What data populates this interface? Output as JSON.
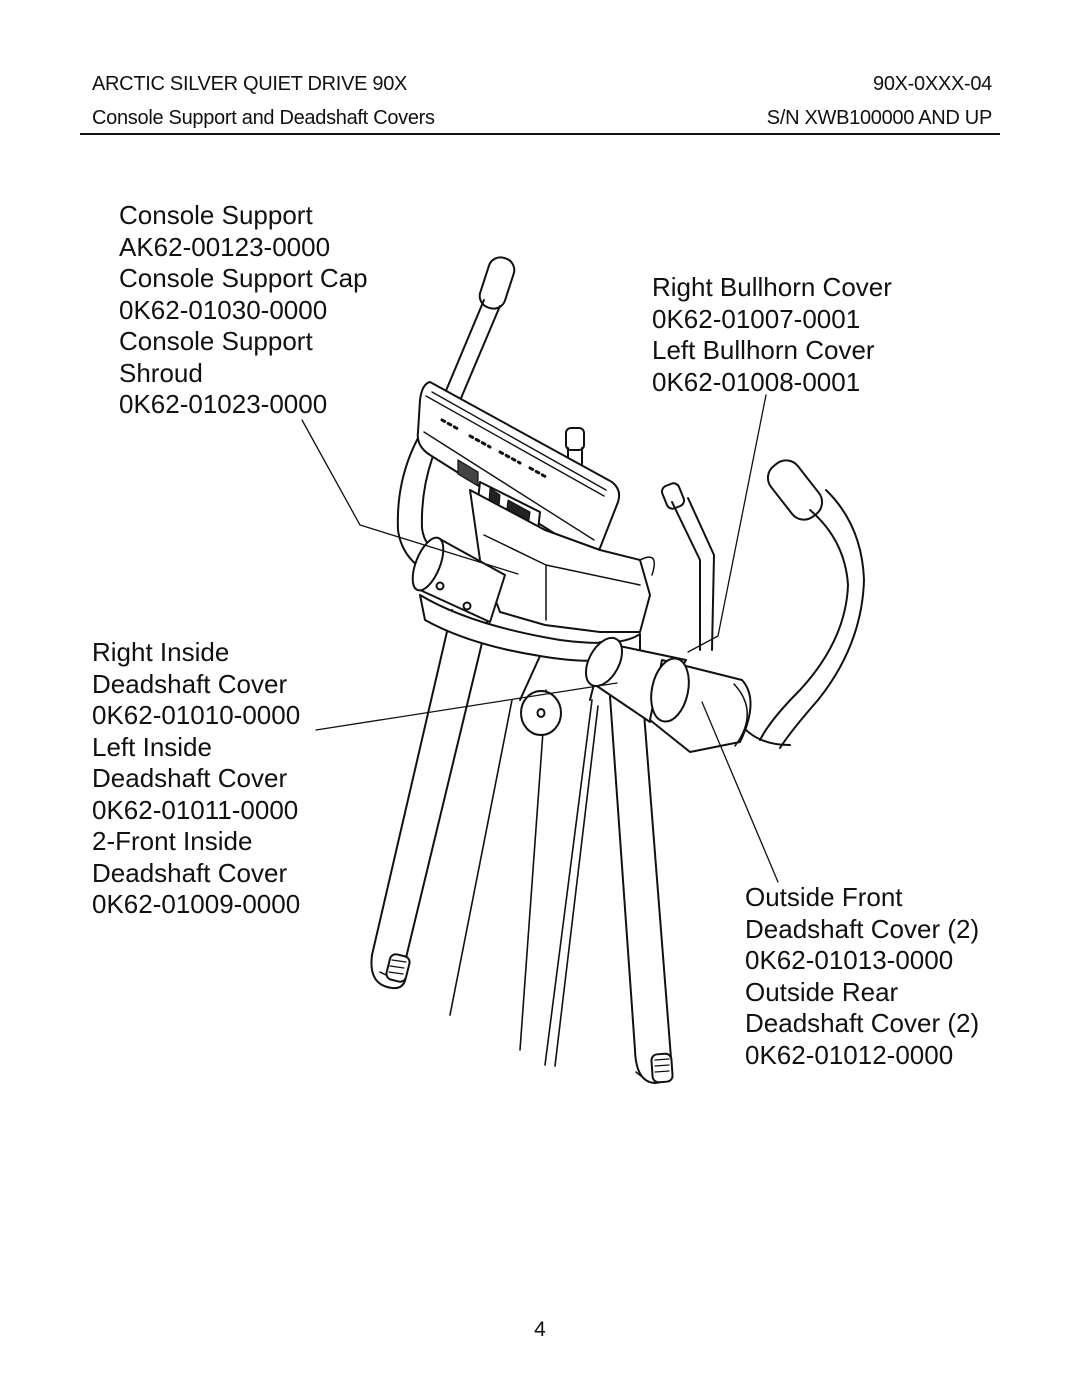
{
  "header": {
    "product_title": "ARCTIC SILVER QUIET DRIVE 90X",
    "doc_number": "90X-0XXX-04",
    "section_title": "Console Support and Deadshaft Covers",
    "serial_range": "S/N XWB100000 AND UP"
  },
  "callouts": {
    "console": {
      "line1": "Console Support",
      "line2": "AK62-00123-0000",
      "line3": "Console Support Cap",
      "line4": "0K62-01030-0000",
      "line5": "Console Support",
      "line6": "Shroud",
      "line7": "0K62-01023-0000"
    },
    "bullhorn": {
      "line1": "Right Bullhorn Cover",
      "line2": "0K62-01007-0001",
      "line3": "Left Bullhorn Cover",
      "line4": "0K62-01008-0001"
    },
    "inside_deadshaft": {
      "line1": "Right Inside",
      "line2": "Deadshaft Cover",
      "line3": "0K62-01010-0000",
      "line4": "Left Inside",
      "line5": "Deadshaft Cover",
      "line6": "0K62-01011-0000",
      "line7": "2-Front Inside",
      "line8": "Deadshaft Cover",
      "line9": "0K62-01009-0000"
    },
    "outside_deadshaft": {
      "line1": "Outside Front",
      "line2": "Deadshaft Cover (2)",
      "line3": "0K62-01013-0000",
      "line4": "Outside Rear",
      "line5": "Deadshaft Cover (2)",
      "line6": "0K62-01012-0000"
    }
  },
  "page_number": "4"
}
